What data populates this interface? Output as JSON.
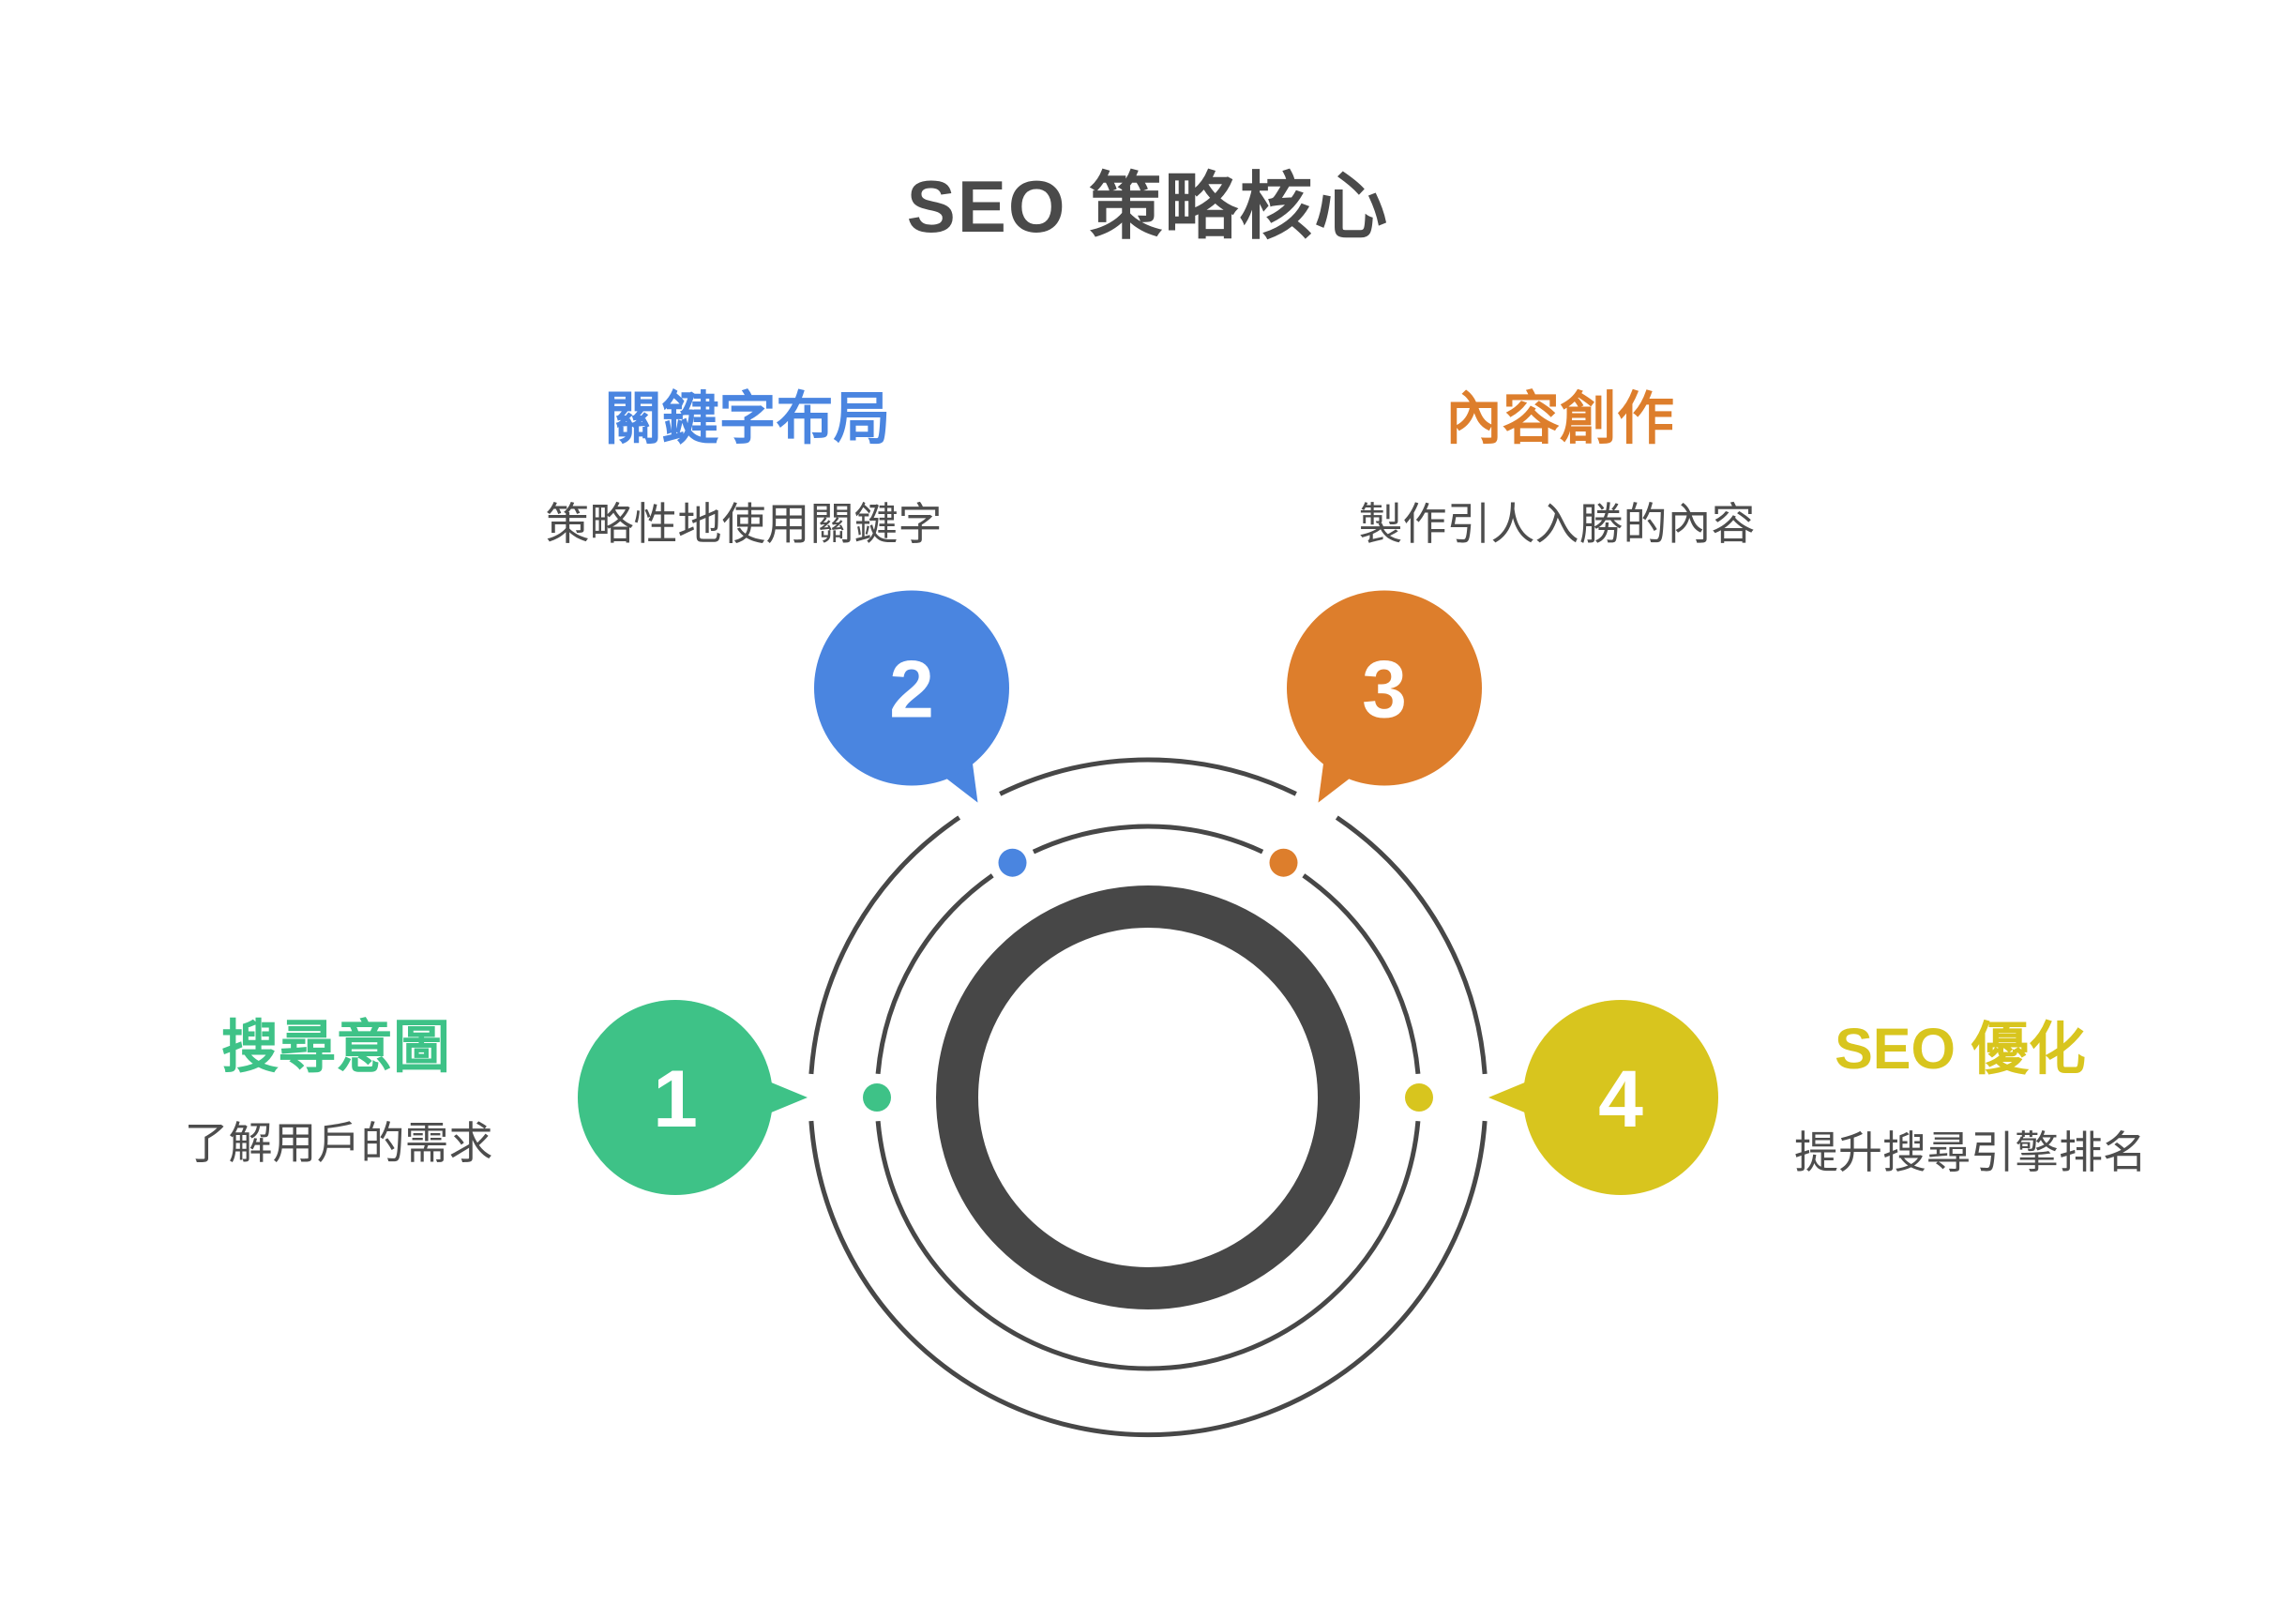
{
  "title": "SEO 策略核心",
  "colors": {
    "blue": "#4a85e0",
    "orange": "#dd7e2c",
    "green": "#3ec287",
    "yellow": "#d8c51e",
    "ring_gray": "#474747",
    "title_text": "#4a4a4a",
    "body_text": "#4d4d4d"
  },
  "items": [
    {
      "id": "search-intent",
      "number": "1",
      "label": "搜尋意圖",
      "description": "了解用戶的需求",
      "color": "#3ec287",
      "position": "left"
    },
    {
      "id": "keyword-layout",
      "number": "2",
      "label": "關鍵字布局",
      "description": "策略性地使用關鍵字",
      "color": "#4a85e0",
      "position": "top-left"
    },
    {
      "id": "content-creation",
      "number": "3",
      "label": "內容創作",
      "description": "製作引人入勝的內容",
      "color": "#dd7e2c",
      "position": "top-right"
    },
    {
      "id": "seo-optimization",
      "number": "4",
      "label": "SEO 優化",
      "description": "提升搜尋引擎排名",
      "color": "#d8c51e",
      "position": "right"
    }
  ]
}
